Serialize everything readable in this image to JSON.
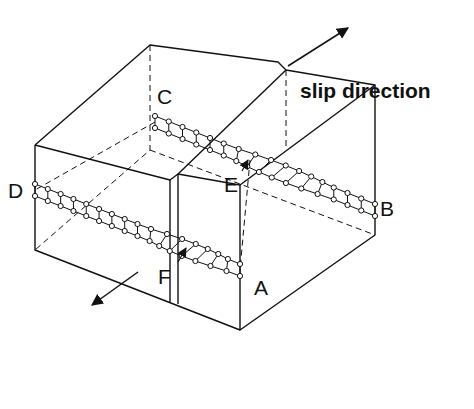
{
  "diagram": {
    "labels": [
      "C",
      "slip direction",
      "D",
      "E",
      "B",
      "F",
      "A"
    ]
  }
}
